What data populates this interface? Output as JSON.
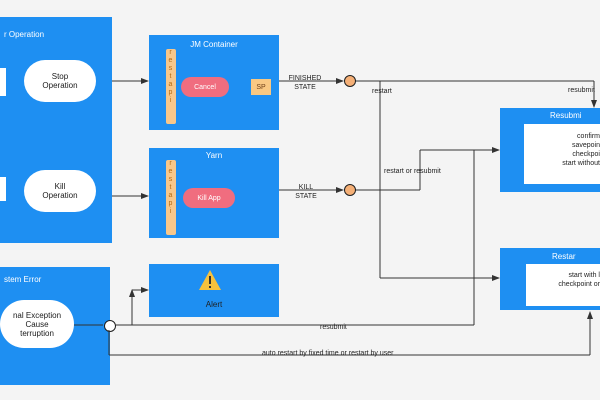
{
  "left_groups": [
    {
      "title": "r Operation",
      "cloud": "Stop\nOperation"
    },
    {
      "title": "",
      "cloud": "Kill\nOperation"
    },
    {
      "title": "stem Error",
      "cloud": "nal Exception\nCause\nterruption"
    }
  ],
  "middle_groups": {
    "jm": {
      "title": "JM Container",
      "strip": "r\ne\ns\nt\na\np\ni",
      "cancel": "Cancel",
      "sp": "SP"
    },
    "yarn": {
      "title": "Yarn",
      "strip": "r\ne\ns\nt\na\np\ni",
      "kill": "Kill App"
    },
    "alert": {
      "label": "Alert"
    }
  },
  "states": {
    "finished": "FINISHED\nSTATE",
    "kill": "KILL\nSTATE"
  },
  "right_groups": {
    "resubmit": {
      "title": "Resubmi",
      "text": "confirm\nsavepoin\ncheckpoi\nstart without"
    },
    "restart": {
      "title": "Restar",
      "text": "start with l\ncheckpoint or"
    }
  },
  "edges": {
    "restart_top": "restart",
    "resubmit_top": "resubmit",
    "restart_or_resubmit": "restart or resubmit",
    "resubmit_bottom": "resubmit",
    "auto_restart": "auto restart by fixed time or restart by user"
  },
  "colors": {
    "blue": "#1e8ff2",
    "pink": "#f06d7f",
    "orange": "#f9c883",
    "circle": "#f5b077"
  }
}
